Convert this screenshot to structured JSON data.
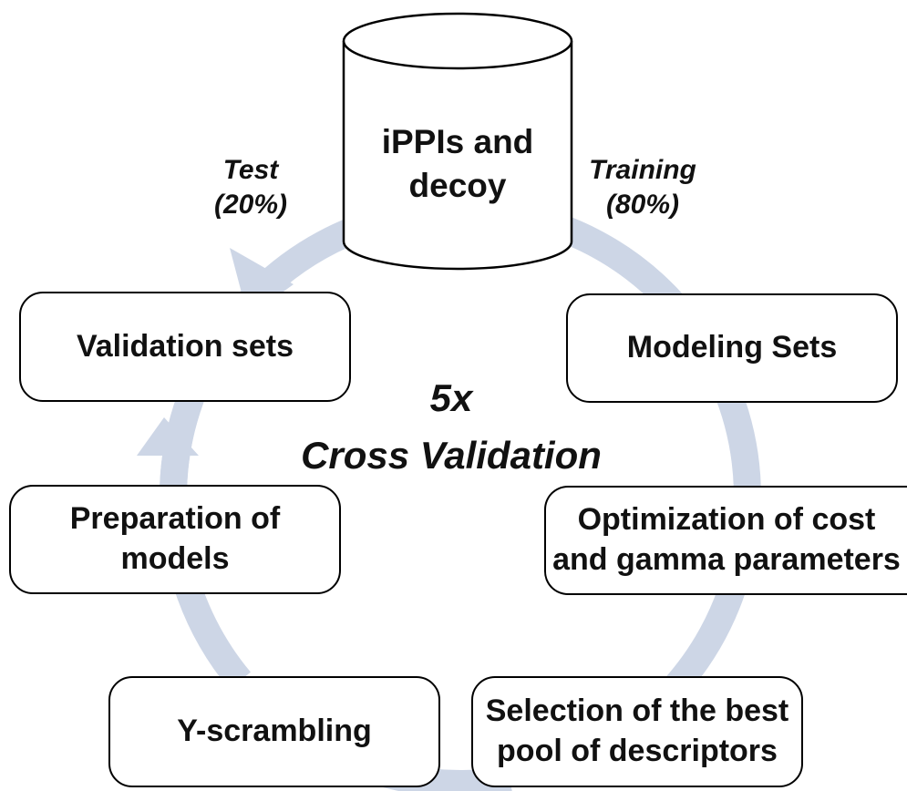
{
  "colors": {
    "cycle_arrow": "#cdd6e6",
    "stroke": "#000000",
    "text": "#111111",
    "background": "#ffffff"
  },
  "database": {
    "line1": "iPPIs and",
    "line2": "decoy"
  },
  "edges": {
    "test_line1": "Test",
    "test_line2": "(20%)",
    "training_line1": "Training",
    "training_line2": "(80%)"
  },
  "center": {
    "line1": "5x",
    "line2": "Cross Validation"
  },
  "boxes": {
    "validation_sets": "Validation sets",
    "modeling_sets": "Modeling Sets",
    "preparation_line1": "Preparation of",
    "preparation_line2": "models",
    "optimization_line1": "Optimization of cost",
    "optimization_line2": "and gamma parameters",
    "y_scrambling": "Y-scrambling",
    "selection_line1": "Selection of the best",
    "selection_line2": "pool of descriptors"
  }
}
